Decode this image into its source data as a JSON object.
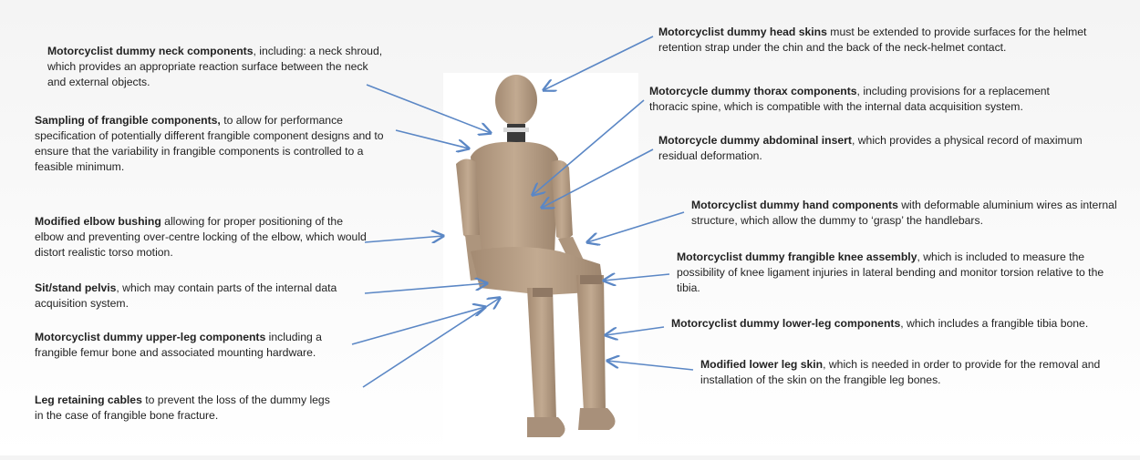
{
  "colors": {
    "arrow": "#5b87c5",
    "skin": "#b9a189",
    "skin_dark": "#8f7864",
    "joint": "#3a3a3a"
  },
  "figure": {
    "image_name": "crash-test-dummy-seated"
  },
  "annotations": [
    {
      "id": "neck",
      "title": "Motorcyclist dummy neck components",
      "text": ", including: a neck shroud, which provides an appropriate reaction surface between the neck and external objects."
    },
    {
      "id": "frangible",
      "title": "Sampling of frangible components,",
      "text": " to allow for performance specification of potentially different frangible component designs and to ensure that the variability in frangible components is controlled to a feasible minimum."
    },
    {
      "id": "elbow",
      "title": "Modified elbow bushing",
      "text": " allowing for proper positioning of the elbow and preventing over-centre locking of the elbow, which would distort realistic torso motion."
    },
    {
      "id": "pelvis",
      "title": "Sit/stand pelvis",
      "text": ", which may contain parts of the internal data acquisition system."
    },
    {
      "id": "upperleg",
      "title": "Motorcyclist dummy upper-leg components",
      "text": " including a frangible femur bone and associated mounting hardware."
    },
    {
      "id": "cables",
      "title": "Leg retaining cables",
      "text": " to prevent the loss of the dummy legs in the case of frangible bone fracture."
    },
    {
      "id": "head",
      "title": "Motorcyclist dummy head skins",
      "text": " must be extended to provide surfaces for the helmet retention strap under the chin and the back of the neck-helmet contact."
    },
    {
      "id": "thorax",
      "title": "Motorcycle dummy thorax components",
      "text": ", including provisions for a replacement thoracic spine, which is compatible with the internal data acquisition system."
    },
    {
      "id": "abdomen",
      "title": "Motorcycle dummy abdominal insert",
      "text": ", which provides a physical record of maximum residual deformation."
    },
    {
      "id": "hand",
      "title": "Motorcyclist dummy hand components",
      "text": " with deformable aluminium wires as internal structure, which allow the dummy to ‘grasp’ the handlebars."
    },
    {
      "id": "knee",
      "title": "Motorcyclist dummy frangible knee assembly",
      "text": ", which is included to measure the possibility of knee ligament injuries in lateral bending and monitor torsion relative to the tibia."
    },
    {
      "id": "lowerleg",
      "title": "Motorcyclist dummy lower-leg components",
      "text": ", which includes a frangible tibia bone."
    },
    {
      "id": "legskin",
      "title": "Modified lower leg skin",
      "text": ", which is needed in order to provide for the removal and installation of the skin on the frangible leg bones."
    }
  ]
}
